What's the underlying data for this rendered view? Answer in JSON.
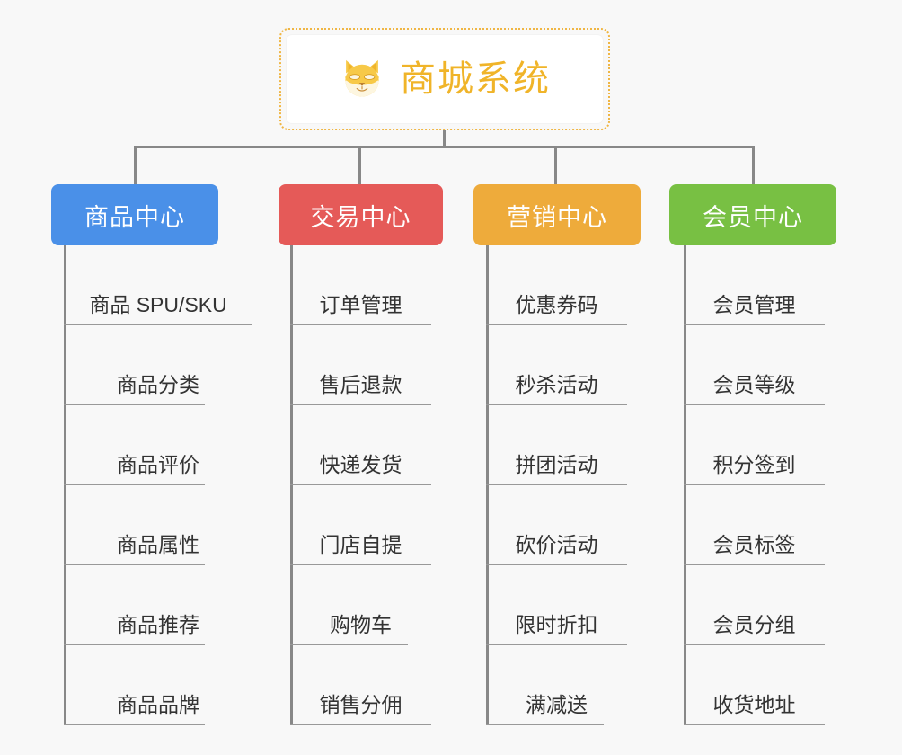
{
  "page": {
    "background_color": "#f8f8f8",
    "line_color": "#888888"
  },
  "root": {
    "title": "商城系统",
    "icon": "shiba-dog-icon",
    "border_color": "#f0b644",
    "text_color": "#f0b429"
  },
  "categories": [
    {
      "label": "商品中心",
      "color": "#4a90e8",
      "items": [
        "商品 SPU/SKU",
        "商品分类",
        "商品评价",
        "商品属性",
        "商品推荐",
        "商品品牌"
      ]
    },
    {
      "label": "交易中心",
      "color": "#e55a58",
      "items": [
        "订单管理",
        "售后退款",
        "快递发货",
        "门店自提",
        "购物车",
        "销售分佣"
      ]
    },
    {
      "label": "营销中心",
      "color": "#eeab3b",
      "items": [
        "优惠券码",
        "秒杀活动",
        "拼团活动",
        "砍价活动",
        "限时折扣",
        "满减送"
      ]
    },
    {
      "label": "会员中心",
      "color": "#78c043",
      "items": [
        "会员管理",
        "会员等级",
        "积分签到",
        "会员标签",
        "会员分组",
        "收货地址"
      ]
    }
  ]
}
